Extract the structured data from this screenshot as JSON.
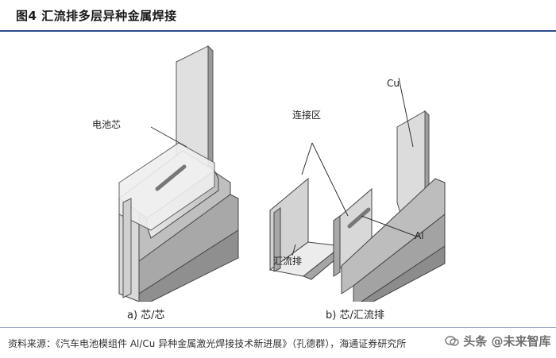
{
  "header": {
    "title": "图4 汇流排多层异种金属焊接"
  },
  "figure_a": {
    "label_cell": "电池芯",
    "caption": "a) 芯/芯"
  },
  "figure_b": {
    "label_connection": "连接区",
    "label_cu": "Cu",
    "label_al": "Al",
    "label_busbar": "汇流排",
    "caption": "b) 芯/汇流排"
  },
  "footer": {
    "source": "资料来源：《汽车电池模组件 Al/Cu 异种金属激光焊接技术新进展》（孔德群），海通证券研究所",
    "watermark": "头条 @未来智库"
  },
  "colors": {
    "accent": "#2d4e8a"
  }
}
